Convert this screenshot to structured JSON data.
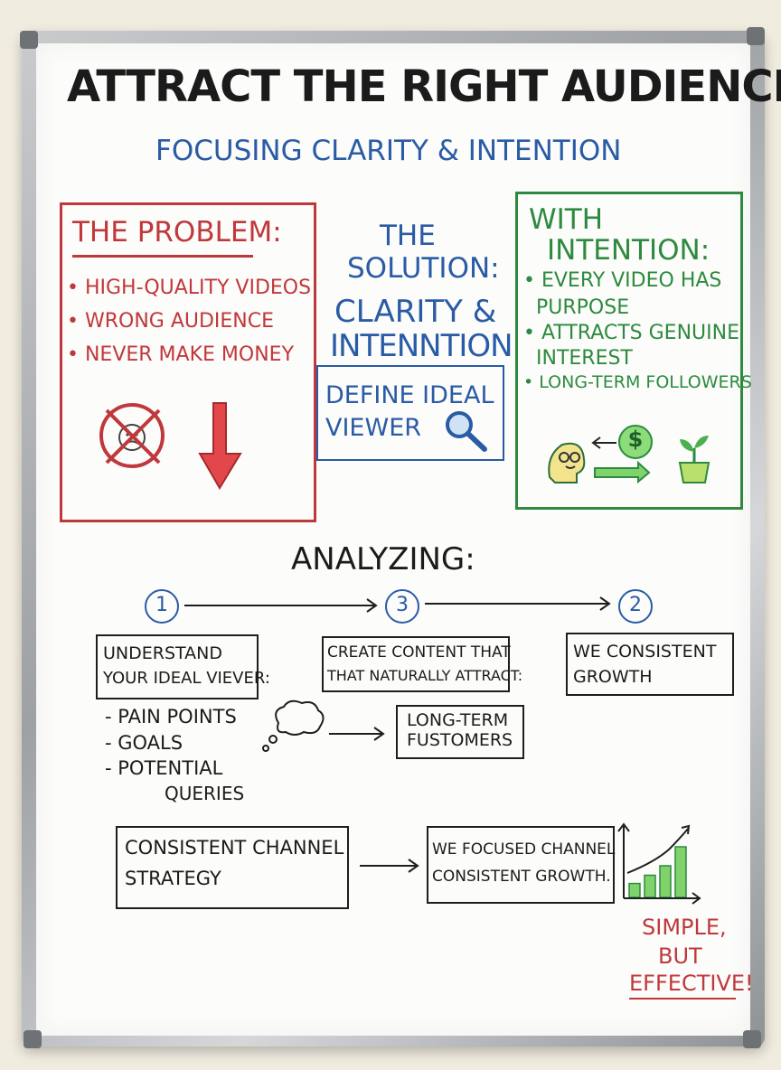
{
  "title": "ATTRACT THE RIGHT AUDIENCE",
  "subtitle": "FOCUSING CLARITY & INTENTION",
  "problem": {
    "heading": "THE PROBLEM:",
    "items": [
      "• HIGH-QUALITY VIDEOS",
      "• WRONG AUDIENCE",
      "• NEVER MAKE MONEY"
    ]
  },
  "solution": {
    "line1": "THE",
    "line2": "SOLUTION:",
    "line3": "CLARITY &",
    "line4": "INTENNTION",
    "box_line1": "DEFINE IDEAL",
    "box_line2": "VIEWER"
  },
  "intention": {
    "line1": "WITH",
    "line2": "INTENTION:",
    "items": [
      "• EVERY VIDEO HAS",
      "PURPOSE",
      "• ATTRACTS GENUINE",
      "INTEREST",
      "• LONG-TERM FOLLOWERS"
    ],
    "money_symbol": "$"
  },
  "analyzing": {
    "heading": "ANALYZING:",
    "steps": [
      "1",
      "3",
      "2"
    ],
    "box1_line1": "UNDERSTAND",
    "box1_line2": "YOUR IDEAL VIEVER:",
    "box2_line1": "CREATE CONTENT THAT",
    "box2_line2": "THAT NATURALLY ATTRACT:",
    "box3_line1": "WE CONSISTENT",
    "box3_line2": "GROWTH",
    "list": [
      "- PAIN POINTS",
      "- GOALS",
      "- POTENTIAL",
      "QUERIES"
    ],
    "box4_line1": "LONG-TERM",
    "box4_line2": "FUSTOMERS"
  },
  "strategy": {
    "box1_line1": "CONSISTENT CHANNEL",
    "box1_line2": "STRATEGY",
    "box2_line1": "WE FOCUSED CHANNEL",
    "box2_line2": "CONSISTENT GROWTH."
  },
  "closing": [
    "SIMPLE,",
    "BUT",
    "EFFECTIVE!"
  ],
  "colors": {
    "red": "#c0383b",
    "blue": "#2a5ba5",
    "green": "#2d8a3e",
    "ink": "#1b1b1b"
  },
  "icons": [
    "no-sad-face-icon",
    "down-arrow-icon",
    "magnifier-icon",
    "person-head-icon",
    "dollar-coin-icon",
    "exchange-arrows-icon",
    "sprout-pot-icon",
    "thought-cloud-icon",
    "growth-bar-chart-icon"
  ],
  "growth_bars": [
    0.22,
    0.35,
    0.5,
    0.8
  ]
}
